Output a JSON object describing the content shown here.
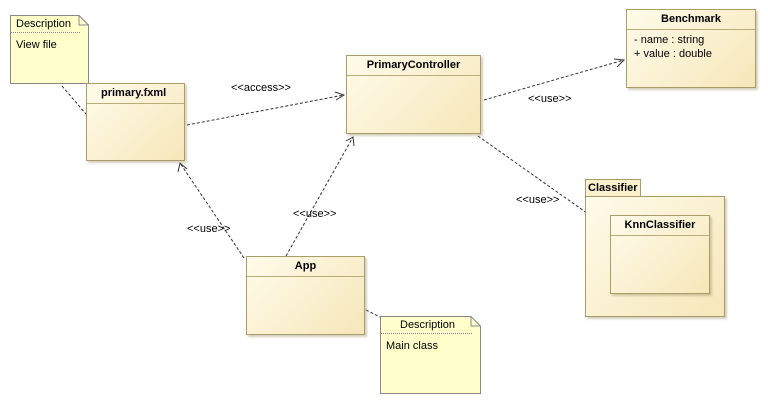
{
  "classes": {
    "primary_fxml": {
      "name": "primary.fxml"
    },
    "primary_controller": {
      "name": "PrimaryController"
    },
    "benchmark": {
      "name": "Benchmark",
      "attributes": [
        "- name : string",
        "+ value : double"
      ]
    },
    "app": {
      "name": "App"
    },
    "knn_classifier": {
      "name": "KnnClassifier"
    }
  },
  "packages": {
    "classifier": {
      "name": "Classifier"
    }
  },
  "notes": {
    "view_note": {
      "title": "Description",
      "text": "View file"
    },
    "main_note": {
      "title": "Description",
      "text": "Main class"
    }
  },
  "relations": {
    "fxml_to_controller": "<<access>>",
    "controller_to_benchmark": "<<use>>",
    "controller_to_knn": "<<use>>",
    "app_to_fxml": "<<use>>",
    "app_to_controller": "<<use>>"
  },
  "colors": {
    "node_fill_light": "#fffbea",
    "node_fill_dark": "#f6e7b9",
    "node_border": "#a89c6a",
    "note_fill": "#ffffcc"
  }
}
